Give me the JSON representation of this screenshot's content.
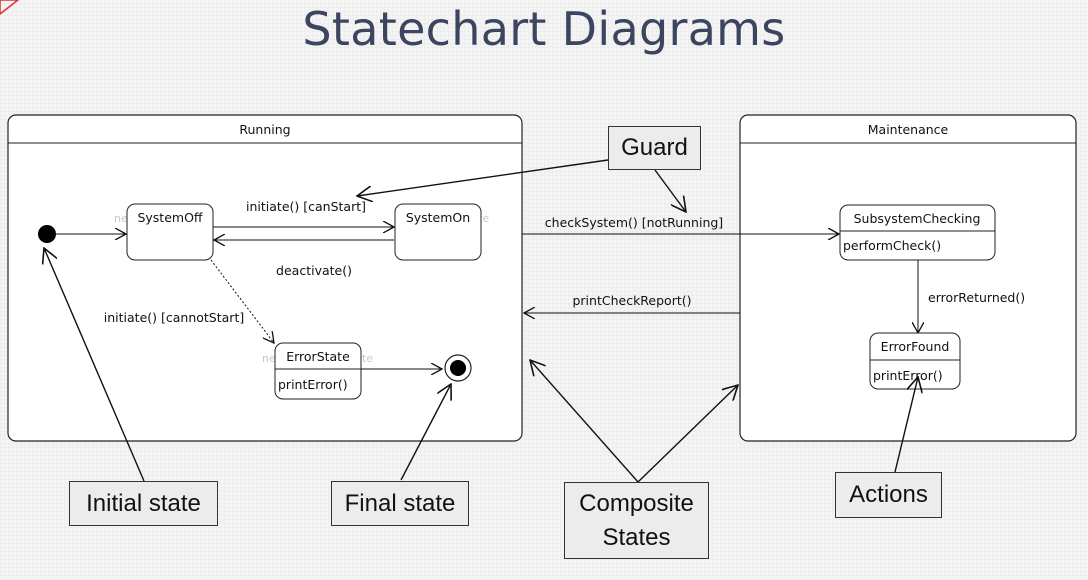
{
  "title": "Statechart Diagrams",
  "composites": {
    "running": {
      "label": "Running"
    },
    "maintenance": {
      "label": "Maintenance"
    }
  },
  "states": {
    "system_off": {
      "label": "SystemOff"
    },
    "system_on": {
      "label": "SystemOn"
    },
    "error_state": {
      "label": "ErrorState",
      "action": "printError()"
    },
    "subsystem_checking": {
      "label": "SubsystemChecking",
      "action": "performCheck()"
    },
    "error_found": {
      "label": "ErrorFound",
      "action": "printError()"
    }
  },
  "transitions": {
    "initiate_can_start": "initiate() [canStart]",
    "deactivate": "deactivate()",
    "initiate_cannot_start": "initiate() [cannotStart]",
    "check_system": "checkSystem() [notRunning]",
    "print_check_report": "printCheckReport()",
    "error_returned": "errorReturned()"
  },
  "callouts": {
    "guard": "Guard",
    "initial_state": "Initial state",
    "final_state": "Final state",
    "composite_states": "Composite States",
    "actions": "Actions"
  },
  "colors": {
    "title": "#3b4560",
    "accent": "#d9332b"
  }
}
